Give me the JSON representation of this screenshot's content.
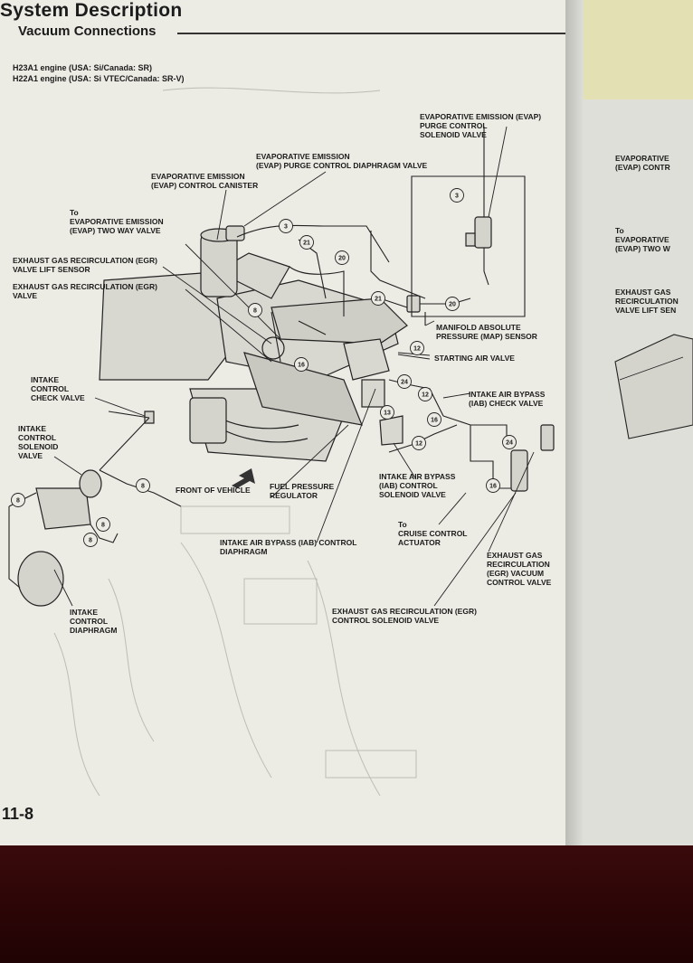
{
  "header": {
    "section_title": "System Description",
    "subsection_title": "Vacuum Connections"
  },
  "engines": [
    "H23A1 engine (USA: Si/Canada: SR)",
    "H22A1 engine (USA: Si VTEC/Canada: SR-V)"
  ],
  "labels": {
    "evap_purge_solenoid": "EVAPORATIVE EMISSION (EVAP)\nPURGE CONTROL\nSOLENOID VALVE",
    "evap_purge_diaphragm": "EVAPORATIVE EMISSION\n(EVAP) PURGE CONTROL DIAPHRAGM VALVE",
    "evap_canister": "EVAPORATIVE EMISSION\n(EVAP) CONTROL CANISTER",
    "evap_two_way": "To\nEVAPORATIVE EMISSION\n(EVAP) TWO WAY VALVE",
    "egr_lift_sensor": "EXHAUST GAS RECIRCULATION (EGR)\nVALVE LIFT SENSOR",
    "egr_valve": "EXHAUST GAS RECIRCULATION (EGR)\nVALVE",
    "intake_check": "INTAKE\nCONTROL\nCHECK VALVE",
    "intake_solenoid": "INTAKE\nCONTROL\nSOLENOID\nVALVE",
    "front_of_vehicle": "FRONT OF VEHICLE",
    "fuel_pressure": "FUEL PRESSURE\nREGULATOR",
    "iab_diaphragm": "INTAKE AIR BYPASS (IAB) CONTROL\nDIAPHRAGM",
    "intake_diaphragm": "INTAKE\nCONTROL\nDIAPHRAGM",
    "map_sensor": "MANIFOLD ABSOLUTE\nPRESSURE (MAP) SENSOR",
    "starting_air": "STARTING AIR VALVE",
    "iab_check": "INTAKE AIR BYPASS\n(IAB) CHECK VALVE",
    "iab_solenoid": "INTAKE AIR BYPASS\n(IAB) CONTROL\nSOLENOID VALVE",
    "cruise": "To\nCRUISE CONTROL\nACTUATOR",
    "egr_vacuum": "EXHAUST GAS\nRECIRCULATION\n(EGR) VACUUM\nCONTROL VALVE",
    "egr_solenoid": "EXHAUST GAS RECIRCULATION (EGR)\nCONTROL SOLENOID VALVE"
  },
  "hose_numbers": [
    "3",
    "3",
    "21",
    "20",
    "21",
    "20",
    "8",
    "16",
    "12",
    "24",
    "12",
    "13",
    "16",
    "12",
    "24",
    "16",
    "8",
    "8",
    "8",
    "8"
  ],
  "page_number": "11-8",
  "right_page_labels": {
    "evap": "EVAPORATIVE\n(EVAP) CONTR",
    "two_way": "To\nEVAPORATIVE\n(EVAP) TWO W",
    "egr": "EXHAUST GAS\nRECIRCULATION\nVALVE LIFT SEN"
  }
}
